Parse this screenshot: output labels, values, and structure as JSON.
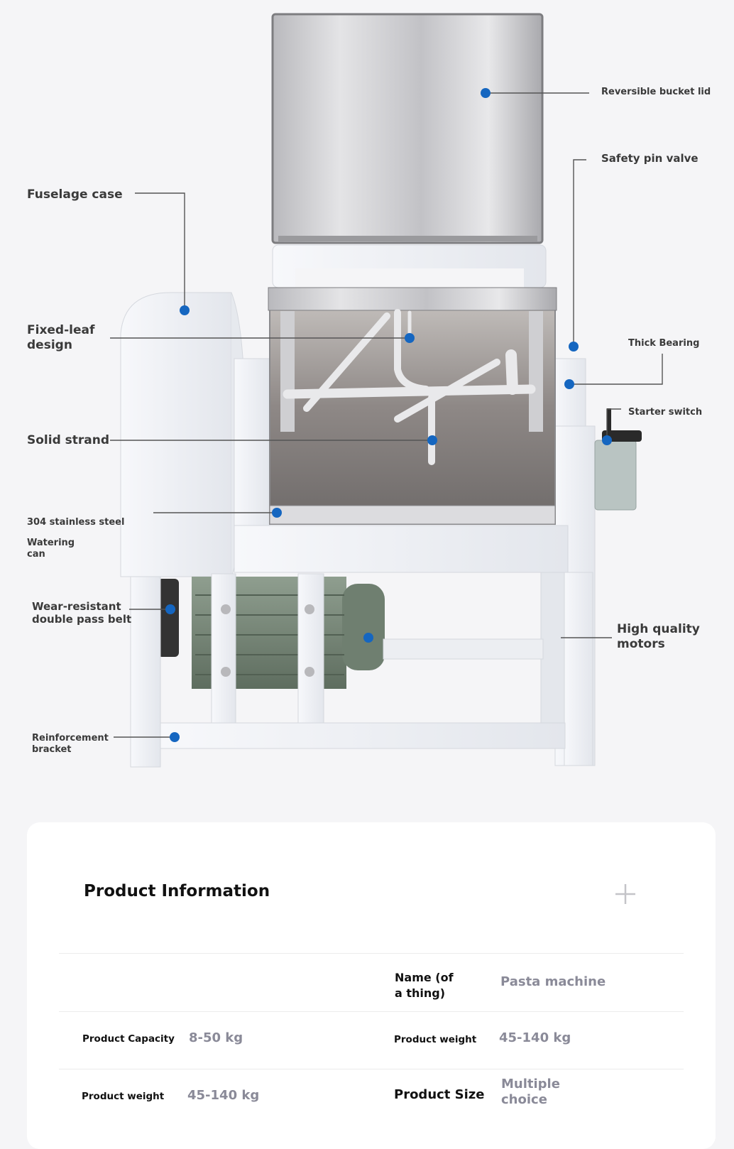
{
  "callouts": {
    "reversible_lid": "Reversible bucket lid",
    "safety_pin": "Safety pin valve",
    "fuselage": "Fuselage case",
    "fixed_leaf": "Fixed-leaf\ndesign",
    "thick_bearing": "Thick Bearing",
    "starter_switch": "Starter switch",
    "solid_strand": "Solid strand",
    "stainless": "304 stainless steel",
    "watering_can": "Watering\ncan",
    "belt": "Wear-resistant\ndouble pass belt",
    "motors": "High quality\nmotors",
    "bracket": "Reinforcement\nbracket"
  },
  "info": {
    "title": "Product Information",
    "rows": [
      {
        "k1": "",
        "v1": "",
        "k2": "Name (of\na thing)",
        "v2": "Pasta machine"
      },
      {
        "k1": "Product Capacity",
        "v1": "8-50 kg",
        "k2": "Product weight",
        "v2": "45-140 kg"
      },
      {
        "k1": "Product weight",
        "v1": "45-140 kg",
        "k2": "Product Size",
        "v2": "Multiple\nchoice"
      }
    ]
  },
  "colors": {
    "marker": "#1566c0",
    "leader": "#555555",
    "frame": "#f2f3f6",
    "motor": "#7c8c7c"
  }
}
